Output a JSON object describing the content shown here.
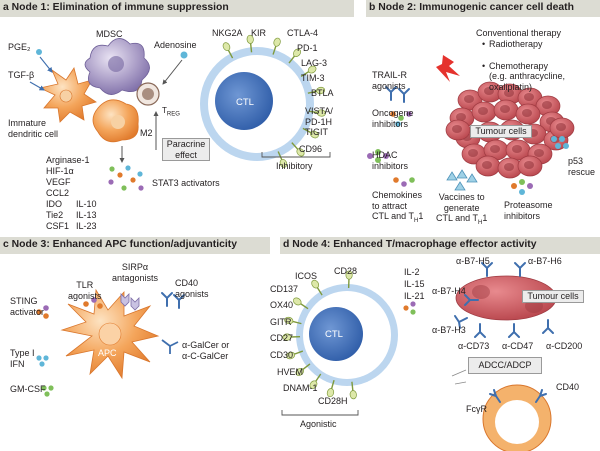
{
  "panels": {
    "a": {
      "letter": "a",
      "title": "Node 1: Elimination of immune suppression"
    },
    "b": {
      "letter": "b",
      "title": "Node 2: Immunogenic cancer cell death"
    },
    "c": {
      "letter": "c",
      "title": "Node 3: Enhanced APC function/adjuvanticity"
    },
    "d": {
      "letter": "d",
      "title": "Node 4: Enhanced T/macrophage effector activity"
    }
  },
  "node1": {
    "pge2": "PGE₂",
    "tgfb": "TGF-β",
    "immature_dc": "Immature\ndendritic cell",
    "mdsc": "MDSC",
    "adenosine": "Adenosine",
    "treg": "T",
    "treg_sub": "REG",
    "m2": "M2",
    "paracrine": "Paracrine\neffect",
    "stat3": "STAT3 activators",
    "factors_col1": "Arginase-1\nHIF-1α\nVEGF\nCCL2\nIDO\nTie2\nCSF1",
    "factors_col2": "IL-10\nIL-13\nIL-23",
    "ctl": "CTL",
    "receptors": [
      "NKG2A",
      "KIR",
      "CTLA-4",
      "PD-1",
      "LAG-3",
      "TIM-3",
      "BTLA",
      "VISTA/\nPD-1H",
      "TIGIT",
      "CD96"
    ],
    "inhibitory": "Inhibitory"
  },
  "node2": {
    "conventional": "Conventional therapy",
    "radiotherapy": "Radiotherapy",
    "chemotherapy": "Chemotherapy\n(e.g. anthracycline,\noxaliplatin)",
    "trail": "TRAIL-R\nagonists",
    "oncogene": "Oncogene\ninhibitors",
    "hdac": "HDAC\ninhibitors",
    "tumour": "Tumour cells",
    "p53": "p53\nrescue",
    "chemokines": "Chemokines\nto attract\nCTL and T",
    "chemokines_sub": "H",
    "chemokines_end": "1",
    "vaccines": "Vaccines to\ngenerate\nCTL and T",
    "vaccines_sub": "H",
    "vaccines_end": "1",
    "proteasome": "Proteasome\ninhibitors"
  },
  "node3": {
    "sirpa": "SIRPα\nantagonists",
    "tlr": "TLR\nagonists",
    "cd40": "CD40\nagonists",
    "sting": "STING\nactivator",
    "type1": "Type I\nIFN",
    "gmcsf": "GM-CSF",
    "apc": "APC",
    "galcer": "α-GalCer or\nα-C-GalCer"
  },
  "node4": {
    "receptors": [
      "CD28",
      "ICOS",
      "CD137",
      "OX40",
      "GITR",
      "CD27",
      "CD30",
      "HVEM",
      "DNAM-1",
      "CD28H"
    ],
    "ctl": "CTL",
    "agonistic": "Agonistic",
    "cytokines": "IL-2\nIL-15\nIL-21",
    "b7h5": "α-B7-H5",
    "b7h6": "α-B7-H6",
    "b7h4": "α-B7-H4",
    "b7h3": "α-B7-H3",
    "tumour": "Tumour cells",
    "cd73": "α-CD73",
    "cd47": "α-CD47",
    "cd200": "α-CD200",
    "adcc": "ADCC/ADCP",
    "fcgr": "FcγR",
    "cd40": "CD40"
  },
  "colors": {
    "header": "#dcdcd3",
    "ctl_fill": "#3a6db5",
    "ctl_edge": "#a9c9ea",
    "tumour": "#c9585e",
    "apc": "#f3a25a",
    "receptor_fill": "#dde8a9"
  }
}
